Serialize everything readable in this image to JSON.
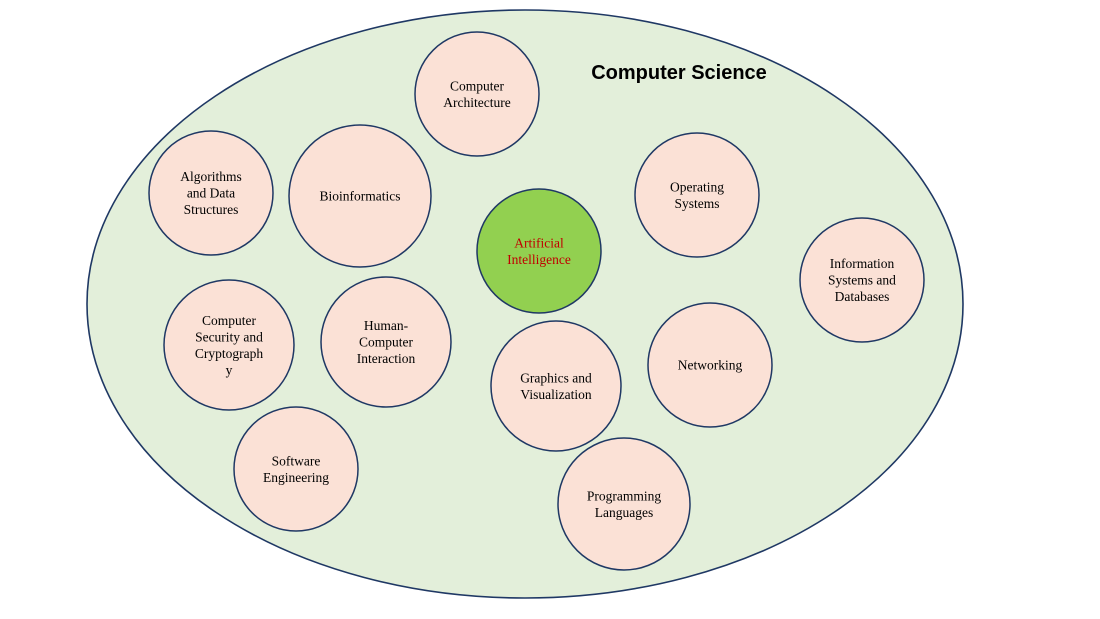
{
  "diagram": {
    "title": "Computer Science",
    "colors": {
      "field_fill": "#e3efda",
      "field_stroke": "#1f3864",
      "topic_fill": "#fbe1d6",
      "topic_stroke": "#1f3864",
      "topic_text": "#000000",
      "center_fill": "#92d050",
      "center_text": "#c00000"
    },
    "center": {
      "name": "artificial-intelligence",
      "lines": [
        "Artificial",
        "Intelligence"
      ]
    },
    "topics": [
      {
        "name": "computer-architecture",
        "lines": [
          "Computer",
          "Architecture"
        ]
      },
      {
        "name": "algorithms-and-data-structures",
        "lines": [
          "Algorithms",
          "and Data",
          "Structures"
        ]
      },
      {
        "name": "bioinformatics",
        "lines": [
          "Bioinformatics"
        ]
      },
      {
        "name": "operating-systems",
        "lines": [
          "Operating",
          "Systems"
        ]
      },
      {
        "name": "information-systems-and-databases",
        "lines": [
          "Information",
          "Systems and",
          "Databases"
        ]
      },
      {
        "name": "computer-security-and-cryptography",
        "lines": [
          "Computer",
          "Security and",
          "Cryptograph",
          "y"
        ]
      },
      {
        "name": "human-computer-interaction",
        "lines": [
          "Human-",
          "Computer",
          "Interaction"
        ]
      },
      {
        "name": "graphics-and-visualization",
        "lines": [
          "Graphics and",
          "Visualization"
        ]
      },
      {
        "name": "networking",
        "lines": [
          "Networking"
        ]
      },
      {
        "name": "software-engineering",
        "lines": [
          "Software",
          "Engineering"
        ]
      },
      {
        "name": "programming-languages",
        "lines": [
          "Programming",
          "Languages"
        ]
      }
    ]
  }
}
